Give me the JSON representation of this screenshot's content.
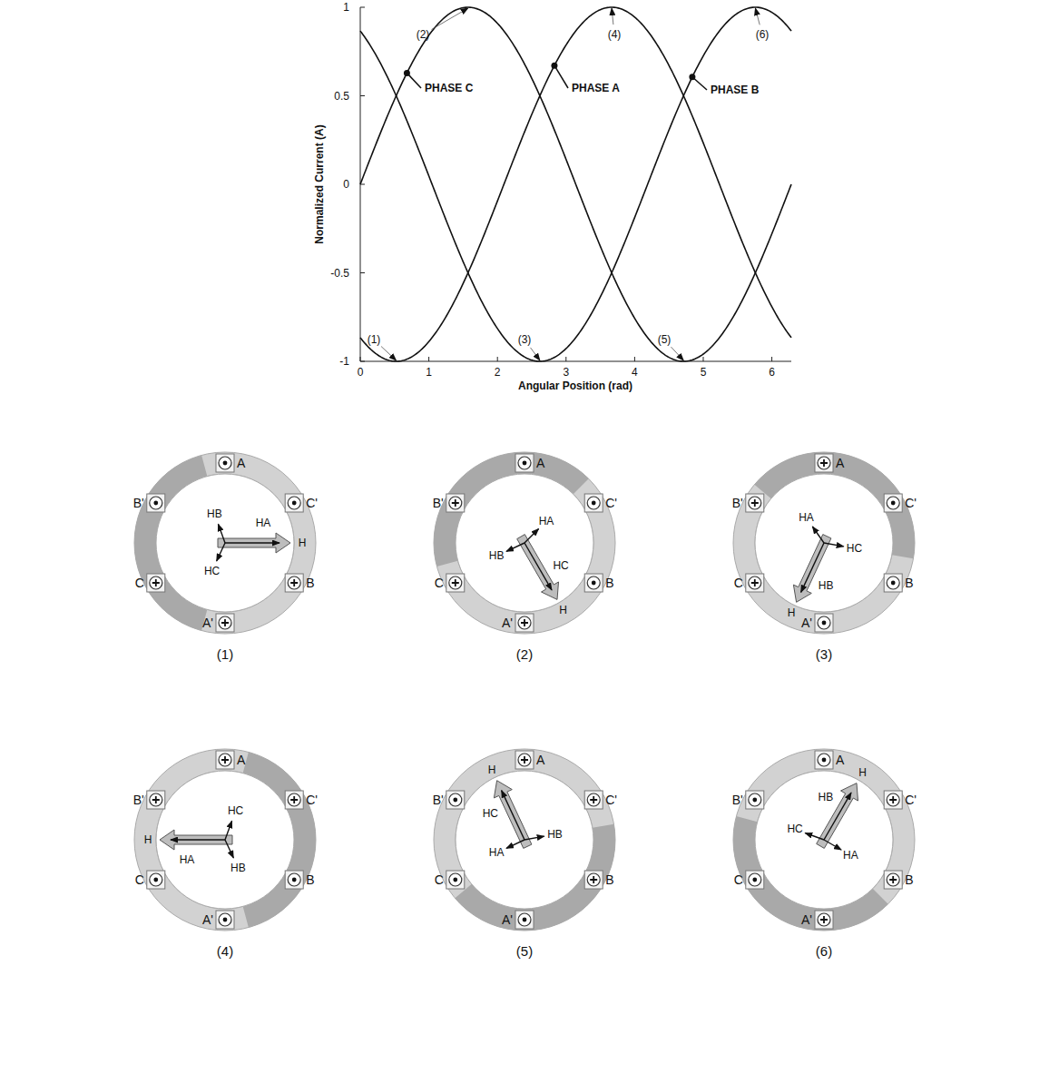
{
  "diagram": {
    "labels": [
      "1",
      "0.5",
      "0",
      "-0.5",
      "-1",
      "0",
      "1",
      "2",
      "3",
      "4",
      "5",
      "6",
      "Normalized Current (A)",
      "Angular Position (rad)",
      "PHASE C",
      "PHASE A",
      "PHASE B",
      "(2)",
      "(4)",
      "(6)",
      "(1)",
      "(3)",
      "(5)",
      "A",
      "B'",
      "C'",
      "C",
      "B",
      "A'",
      "H",
      "HA",
      "HB",
      "HC",
      "(1)",
      "A",
      "B'",
      "C'",
      "C",
      "B",
      "A'",
      "H",
      "HA",
      "HB",
      "HC",
      "(2)",
      "A",
      "B'",
      "C'",
      "C",
      "B",
      "A'",
      "H",
      "HA",
      "HB",
      "HC",
      "(3)",
      "A",
      "B'",
      "C'",
      "C",
      "B",
      "A'",
      "H",
      "HA",
      "HB",
      "HC",
      "(4)",
      "A",
      "B'",
      "C'",
      "C",
      "B",
      "A'",
      "H",
      "HA",
      "HB",
      "HC",
      "(5)",
      "A",
      "B'",
      "C'",
      "C",
      "B",
      "A'",
      "H",
      "HA",
      "HB",
      "HC",
      "(6)"
    ]
  }
}
